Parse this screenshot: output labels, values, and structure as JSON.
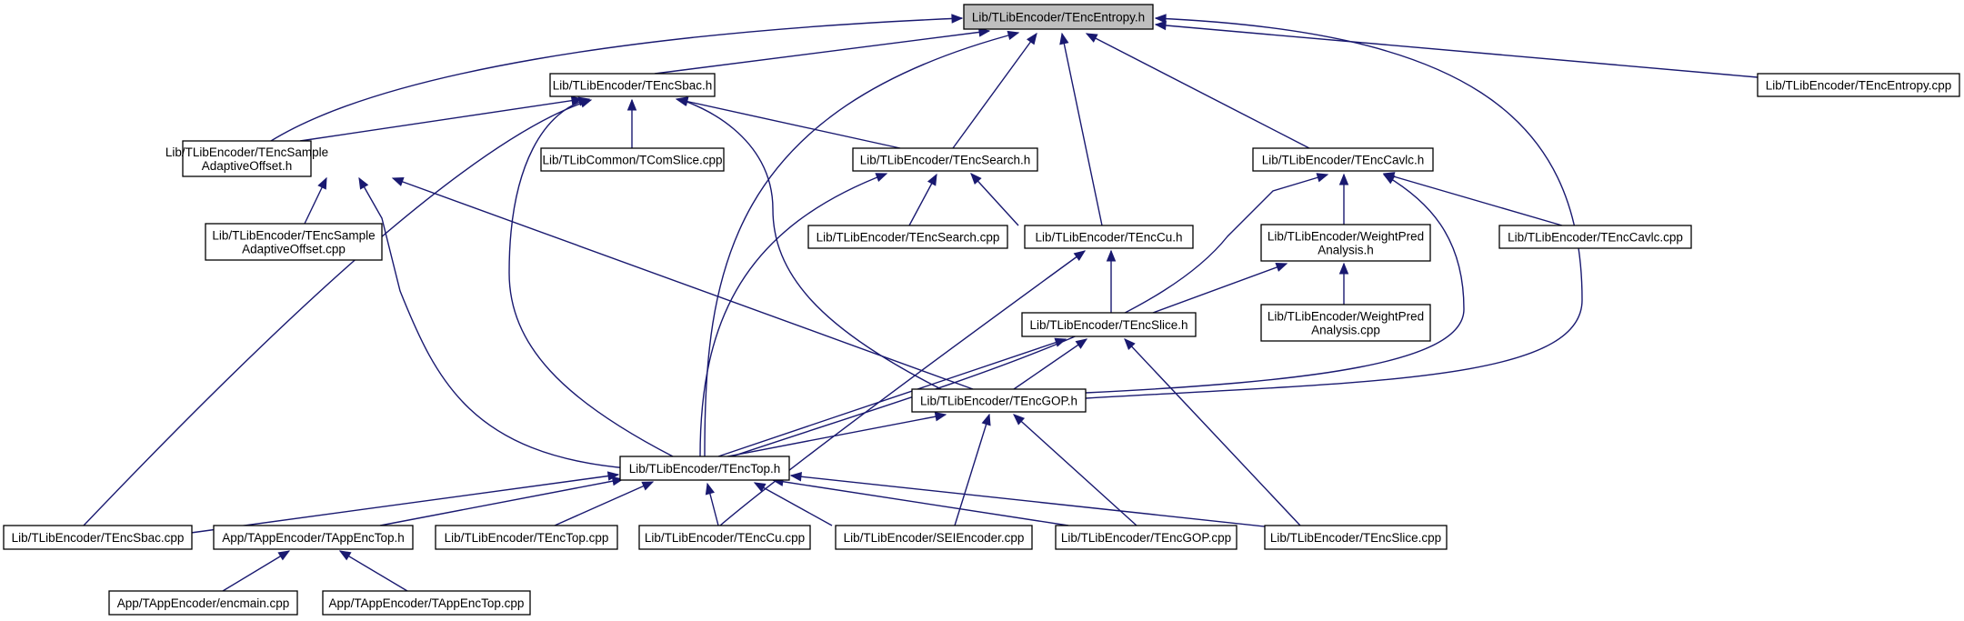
{
  "diagram": {
    "type": "include-dependency-graph",
    "root": "root",
    "colors": {
      "edge": "#191970",
      "root_fill": "#bfbfbf",
      "node_fill": "#ffffff",
      "node_border": "#000000"
    },
    "nodes": [
      {
        "id": "root",
        "lines": [
          "Lib/TLibEncoder/TEncEntropy.h"
        ],
        "highlighted": true
      },
      {
        "id": "sbac_h",
        "lines": [
          "Lib/TLibEncoder/TEncSbac.h"
        ]
      },
      {
        "id": "entropy_cpp",
        "lines": [
          "Lib/TLibEncoder/TEncEntropy.cpp"
        ]
      },
      {
        "id": "sao_h",
        "lines": [
          "Lib/TLibEncoder/TEncSample",
          "AdaptiveOffset.h"
        ]
      },
      {
        "id": "comslice_cpp",
        "lines": [
          "Lib/TLibCommon/TComSlice.cpp"
        ]
      },
      {
        "id": "search_h",
        "lines": [
          "Lib/TLibEncoder/TEncSearch.h"
        ]
      },
      {
        "id": "cavlc_h",
        "lines": [
          "Lib/TLibEncoder/TEncCavlc.h"
        ]
      },
      {
        "id": "sao_cpp",
        "lines": [
          "Lib/TLibEncoder/TEncSample",
          "AdaptiveOffset.cpp"
        ]
      },
      {
        "id": "search_cpp",
        "lines": [
          "Lib/TLibEncoder/TEncSearch.cpp"
        ]
      },
      {
        "id": "cu_h",
        "lines": [
          "Lib/TLibEncoder/TEncCu.h"
        ]
      },
      {
        "id": "wpa_h",
        "lines": [
          "Lib/TLibEncoder/WeightPred",
          "Analysis.h"
        ]
      },
      {
        "id": "cavlc_cpp",
        "lines": [
          "Lib/TLibEncoder/TEncCavlc.cpp"
        ]
      },
      {
        "id": "slice_h",
        "lines": [
          "Lib/TLibEncoder/TEncSlice.h"
        ]
      },
      {
        "id": "wpa_cpp",
        "lines": [
          "Lib/TLibEncoder/WeightPred",
          "Analysis.cpp"
        ]
      },
      {
        "id": "gop_h",
        "lines": [
          "Lib/TLibEncoder/TEncGOP.h"
        ]
      },
      {
        "id": "top_h",
        "lines": [
          "Lib/TLibEncoder/TEncTop.h"
        ]
      },
      {
        "id": "sbac_cpp",
        "lines": [
          "Lib/TLibEncoder/TEncSbac.cpp"
        ]
      },
      {
        "id": "appenctop_h",
        "lines": [
          "App/TAppEncoder/TAppEncTop.h"
        ]
      },
      {
        "id": "top_cpp",
        "lines": [
          "Lib/TLibEncoder/TEncTop.cpp"
        ]
      },
      {
        "id": "cu_cpp",
        "lines": [
          "Lib/TLibEncoder/TEncCu.cpp"
        ]
      },
      {
        "id": "sei_cpp",
        "lines": [
          "Lib/TLibEncoder/SEIEncoder.cpp"
        ]
      },
      {
        "id": "gop_cpp",
        "lines": [
          "Lib/TLibEncoder/TEncGOP.cpp"
        ]
      },
      {
        "id": "slice_cpp",
        "lines": [
          "Lib/TLibEncoder/TEncSlice.cpp"
        ]
      },
      {
        "id": "encmain_cpp",
        "lines": [
          "App/TAppEncoder/encmain.cpp"
        ]
      },
      {
        "id": "appenctop_cpp",
        "lines": [
          "App/TAppEncoder/TAppEncTop.cpp"
        ]
      }
    ],
    "edges": [
      {
        "from": "sbac_h",
        "to": "root"
      },
      {
        "from": "entropy_cpp",
        "to": "root"
      },
      {
        "from": "sao_h",
        "to": "root"
      },
      {
        "from": "search_h",
        "to": "root"
      },
      {
        "from": "cavlc_h",
        "to": "root"
      },
      {
        "from": "cu_h",
        "to": "root"
      },
      {
        "from": "gop_h",
        "to": "root"
      },
      {
        "from": "top_h",
        "to": "root"
      },
      {
        "from": "sao_h",
        "to": "sbac_h"
      },
      {
        "from": "comslice_cpp",
        "to": "sbac_h"
      },
      {
        "from": "search_h",
        "to": "sbac_h"
      },
      {
        "from": "gop_h",
        "to": "sbac_h"
      },
      {
        "from": "top_h",
        "to": "sbac_h"
      },
      {
        "from": "sbac_cpp",
        "to": "sbac_h"
      },
      {
        "from": "sao_cpp",
        "to": "sao_h"
      },
      {
        "from": "gop_h",
        "to": "sao_h"
      },
      {
        "from": "top_h",
        "to": "sao_h"
      },
      {
        "from": "search_cpp",
        "to": "search_h"
      },
      {
        "from": "cu_h",
        "to": "search_h"
      },
      {
        "from": "top_h",
        "to": "search_h"
      },
      {
        "from": "wpa_h",
        "to": "cavlc_h"
      },
      {
        "from": "cavlc_cpp",
        "to": "cavlc_h"
      },
      {
        "from": "gop_h",
        "to": "cavlc_h"
      },
      {
        "from": "top_h",
        "to": "cavlc_h"
      },
      {
        "from": "slice_h",
        "to": "cu_h"
      },
      {
        "from": "cu_cpp",
        "to": "cu_h"
      },
      {
        "from": "wpa_cpp",
        "to": "wpa_h"
      },
      {
        "from": "slice_h",
        "to": "wpa_h"
      },
      {
        "from": "gop_h",
        "to": "slice_h"
      },
      {
        "from": "top_h",
        "to": "slice_h"
      },
      {
        "from": "slice_cpp",
        "to": "slice_h"
      },
      {
        "from": "top_h",
        "to": "gop_h"
      },
      {
        "from": "sei_cpp",
        "to": "gop_h"
      },
      {
        "from": "gop_cpp",
        "to": "gop_h"
      },
      {
        "from": "sbac_cpp",
        "to": "top_h"
      },
      {
        "from": "appenctop_h",
        "to": "top_h"
      },
      {
        "from": "top_cpp",
        "to": "top_h"
      },
      {
        "from": "cu_cpp",
        "to": "top_h"
      },
      {
        "from": "sei_cpp",
        "to": "top_h"
      },
      {
        "from": "gop_cpp",
        "to": "top_h"
      },
      {
        "from": "slice_cpp",
        "to": "top_h"
      },
      {
        "from": "encmain_cpp",
        "to": "appenctop_h"
      },
      {
        "from": "appenctop_cpp",
        "to": "appenctop_h"
      }
    ]
  }
}
